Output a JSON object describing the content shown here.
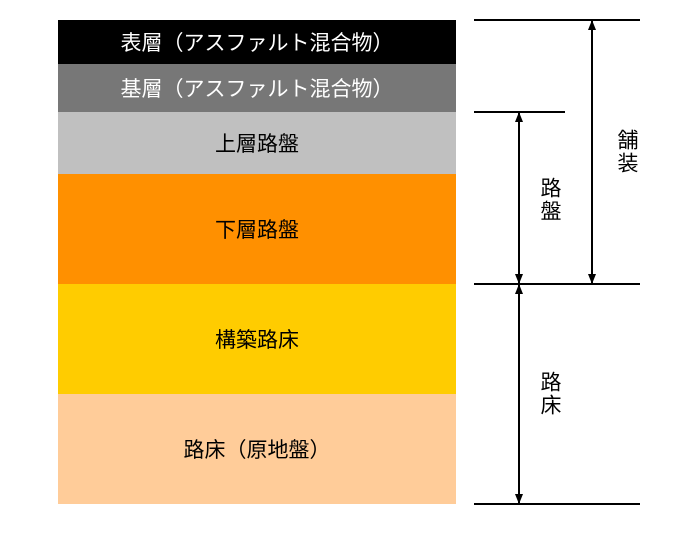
{
  "layers": [
    {
      "label": "表層（アスファルト混合物）",
      "color": "#000000",
      "text_color": "#ffffff"
    },
    {
      "label": "基層（アスファルト混合物）",
      "color": "#777777",
      "text_color": "#ffffff"
    },
    {
      "label": "上層路盤",
      "color": "#c0c0c0",
      "text_color": "#000000"
    },
    {
      "label": "下層路盤",
      "color": "#ff9000",
      "text_color": "#000000"
    },
    {
      "label": "構築路床",
      "color": "#ffcc00",
      "text_color": "#000000"
    },
    {
      "label": "路床（原地盤）",
      "color": "#ffcc99",
      "text_color": "#000000"
    }
  ],
  "dimensions": {
    "pavement": "舗装",
    "roadbed_base": "路盤",
    "subgrade": "路床"
  }
}
